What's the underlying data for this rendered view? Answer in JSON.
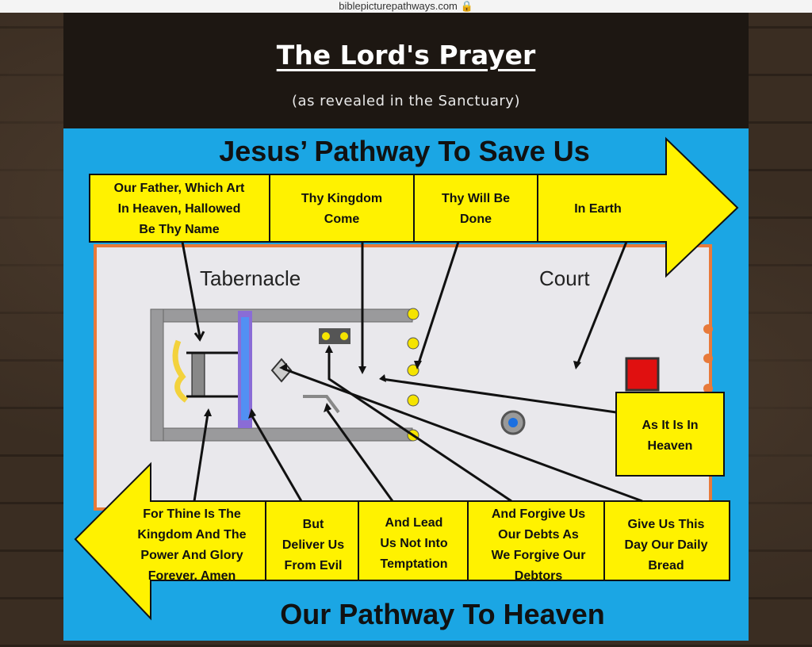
{
  "browser": {
    "url": "biblepicturepathways.com",
    "lock_icon": "lock-icon"
  },
  "header": {
    "title": "The Lord's Prayer",
    "subtitle": "(as revealed in the Sanctuary)"
  },
  "diagram": {
    "top_banner": "Jesus’ Pathway To Save Us",
    "bottom_banner": "Our Pathway To Heaven",
    "areas": {
      "tabernacle": "Tabernacle",
      "court": "Court"
    },
    "top_boxes": [
      {
        "lines": [
          "Our Father, Which Art",
          "In Heaven, Hallowed",
          "Be Thy Name"
        ]
      },
      {
        "lines": [
          "Thy Kingdom",
          "Come"
        ]
      },
      {
        "lines": [
          "Thy Will Be",
          "Done"
        ]
      },
      {
        "lines": [
          "In Earth"
        ]
      }
    ],
    "side_box": {
      "lines": [
        "As It Is In",
        "Heaven"
      ]
    },
    "bottom_boxes": [
      {
        "lines": [
          "For Thine Is The",
          "Kingdom And The",
          "Power And Glory",
          "Forever. Amen"
        ]
      },
      {
        "lines": [
          "But",
          "Deliver Us",
          "From Evil"
        ]
      },
      {
        "lines": [
          "And Lead",
          "Us Not Into",
          "Temptation"
        ]
      },
      {
        "lines": [
          "And Forgive Us",
          "Our Debts As",
          "We Forgive Our",
          "Debtors"
        ]
      },
      {
        "lines": [
          "Give Us This",
          "Day Our Daily",
          "Bread"
        ]
      }
    ],
    "colors": {
      "blue": "#1ba6e4",
      "yellow": "#fff200"
    }
  }
}
